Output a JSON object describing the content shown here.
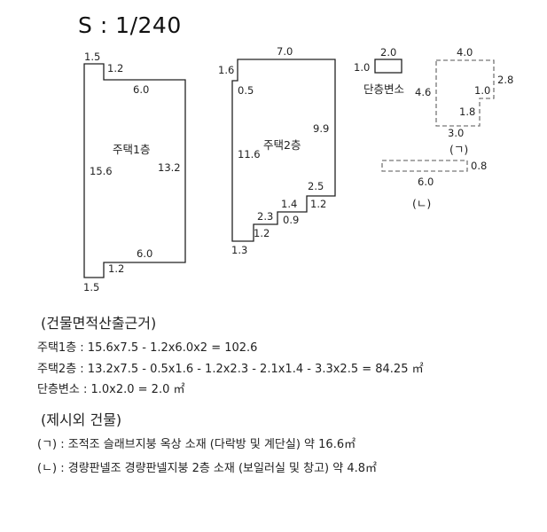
{
  "scale": "S : 1/240",
  "house1": {
    "label": "주택1층",
    "dims": {
      "top_width": "1.5",
      "step_top": "1.2",
      "width_top": "6.0",
      "height_left": "15.6",
      "height_right": "13.2",
      "width_bottom": "6.0",
      "step_bottom": "1.2",
      "bottom_width": "1.5"
    }
  },
  "house2": {
    "label": "주택2층",
    "dims": {
      "top": "7.0",
      "left_step": "1.6",
      "step_in": "0.5",
      "right": "9.9",
      "left": "11.6",
      "s1": "2.5",
      "s2": "1.2",
      "s3": "1.4",
      "s4": "0.9",
      "s5": "2.3",
      "s6": "1.2",
      "s7": "1.3"
    }
  },
  "single": {
    "label": "단층변소",
    "width": "2.0",
    "height": "1.0"
  },
  "a_bldg": {
    "top": "4.0",
    "left": "4.6",
    "right": "2.8",
    "in_v": "1.0",
    "in_h": "1.8",
    "bottom": "3.0",
    "label": "(ㄱ)"
  },
  "b_bldg": {
    "width": "6.0",
    "height": "0.8",
    "label": "(ㄴ)"
  },
  "calc_header": "(건물면적산출근거)",
  "calcs": [
    "주택1층 : 15.6x7.5 - 1.2x6.0x2 = 102.6",
    "주택2층 : 13.2x7.5 - 0.5x1.6 - 1.2x2.3 - 2.1x1.4 - 3.3x2.5  = 84.25 ㎡",
    "단층변소 : 1.0x2.0 = 2.0 ㎡"
  ],
  "extra_header": "(제시외 건물)",
  "extras": [
    "(ㄱ) : 조적조 슬래브지붕 옥상 소재 (다락방 및 계단실) 약 16.6㎡",
    "(ㄴ) : 경량판넬조 경량판넬지붕 2층 소재 (보일러실 및 창고) 약 4.8㎡"
  ]
}
